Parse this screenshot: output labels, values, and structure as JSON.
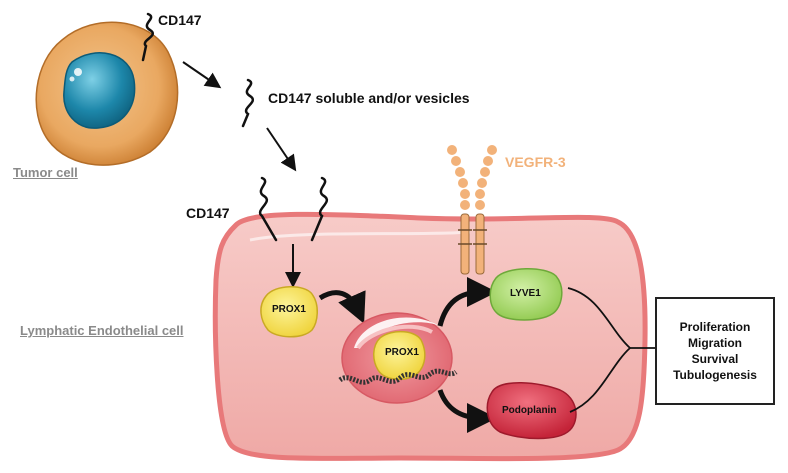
{
  "labels": {
    "cd147_top": "CD147",
    "cd147_soluble": "CD147 soluble and/or vesicles",
    "tumor_cell": "Tumor cell",
    "cd147_left": "CD147",
    "vegfr3": "VEGFR-3",
    "lymphatic_cell": "Lymphatic Endothelial cell",
    "prox1_cyto": "PROX1",
    "prox1_nucleus": "PROX1",
    "lyve1": "LYVE1",
    "podoplanin": "Podoplanin"
  },
  "outcomes": [
    "Proliferation",
    "Migration",
    "Survival",
    "Tubulogenesis"
  ],
  "colors": {
    "tumor_body": "#e9a861",
    "tumor_nucleus": "#1d87aa",
    "cell_body": "#f2b5b2",
    "cell_border": "#e8797a",
    "nucleus": "#ea7a82",
    "prox1": "#f5e35a",
    "lyve1": "#a8d86a",
    "podoplanin": "#d8344a",
    "receptor": "#f2b27a",
    "vegfr3_text": "#f2b27a"
  }
}
